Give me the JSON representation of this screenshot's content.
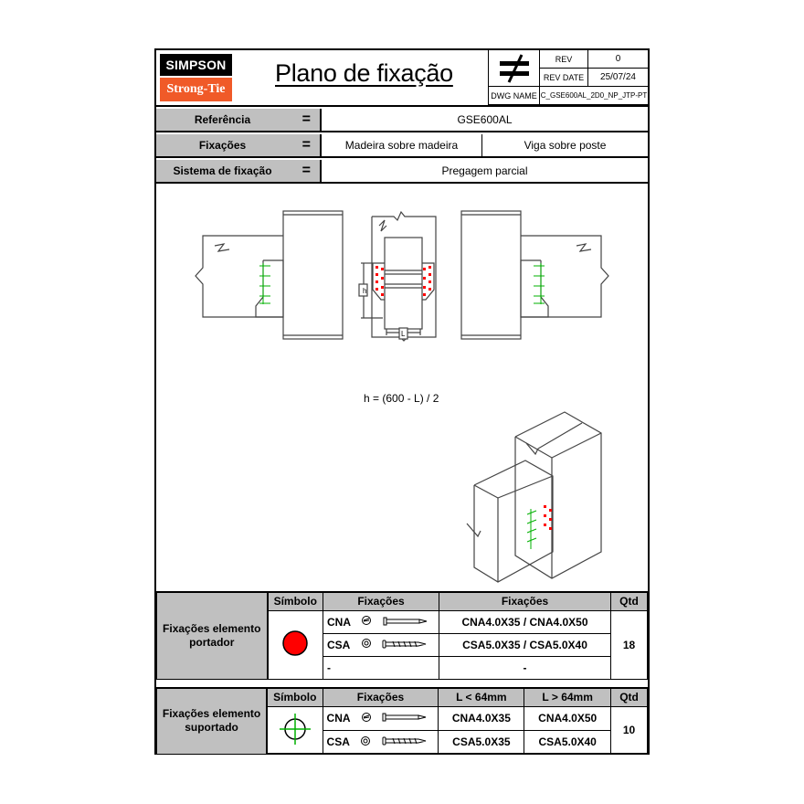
{
  "header": {
    "logo": {
      "top": "SIMPSON",
      "bottom": "Strong-Tie"
    },
    "title": "Plano de fixação",
    "rev_label": "REV",
    "rev_value": "0",
    "rev_date_label": "REV DATE",
    "rev_date_value": "25/07/24",
    "dwg_name_label": "DWG NAME",
    "dwg_name_value": "C_GSE600AL_2D0_NP_JTP-PT",
    "symbol": "not-equal-icon"
  },
  "info": {
    "referencia": {
      "label": "Referência",
      "eq": "=",
      "value": "GSE600AL"
    },
    "fixacoes": {
      "label": "Fixações",
      "eq": "=",
      "value1": "Madeira sobre madeira",
      "value2": "Viga sobre poste"
    },
    "sistema": {
      "label": "Sistema de fixação",
      "eq": "=",
      "value": "Pregagem parcial"
    }
  },
  "drawing": {
    "formula": "h = (600 - L) / 2",
    "dim_h": "h",
    "dim_L": "L",
    "colors": {
      "red_fastener": "#ff0000",
      "green_fastener": "#00b000"
    }
  },
  "table_portador": {
    "side_label": "Fixações elemento portador",
    "headers": {
      "simbolo": "Símbolo",
      "fixacoes": "Fixações",
      "fixacoes2": "Fixações",
      "qtd": "Qtd"
    },
    "symbol": "red-circle",
    "rows": [
      {
        "type": "CNA",
        "spec": "CNA4.0X35 / CNA4.0X50"
      },
      {
        "type": "CSA",
        "spec": "CSA5.0X35 / CSA5.0X40"
      },
      {
        "type": "-",
        "spec": "-"
      }
    ],
    "qtd": "18"
  },
  "table_suportado": {
    "side_label": "Fixações elemento suportado",
    "headers": {
      "simbolo": "Símbolo",
      "fixacoes": "Fixações",
      "short": "L < 64mm",
      "long": "L > 64mm",
      "qtd": "Qtd"
    },
    "symbol": "green-crosshair",
    "rows": [
      {
        "type": "CNA",
        "short": "CNA4.0X35",
        "long": "CNA4.0X50"
      },
      {
        "type": "CSA",
        "short": "CSA5.0X35",
        "long": "CSA5.0X40"
      }
    ],
    "qtd": "10"
  }
}
